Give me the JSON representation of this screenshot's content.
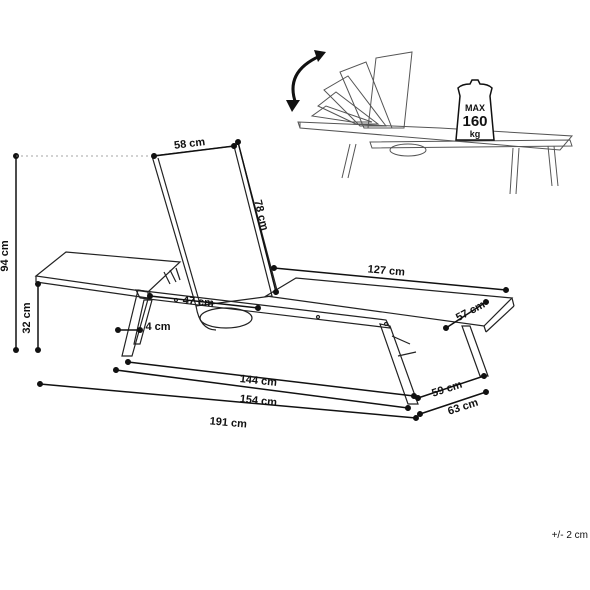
{
  "dimensions": {
    "seat_width": "58 cm",
    "backrest_length": "78 cm",
    "total_height": "94 cm",
    "seat_height": "32 cm",
    "backrest_to_seat": "47 cm",
    "frame_thickness": "4 cm",
    "lying_length": "127 cm",
    "front_width": "57 cm",
    "inner_length": "144 cm",
    "frame_length": "154 cm",
    "total_length": "191 cm",
    "inner_width": "59 cm",
    "total_width": "63 cm"
  },
  "max_load": {
    "label": "MAX",
    "value": "160",
    "unit": "kg"
  },
  "tolerance": "+/- 2 cm"
}
